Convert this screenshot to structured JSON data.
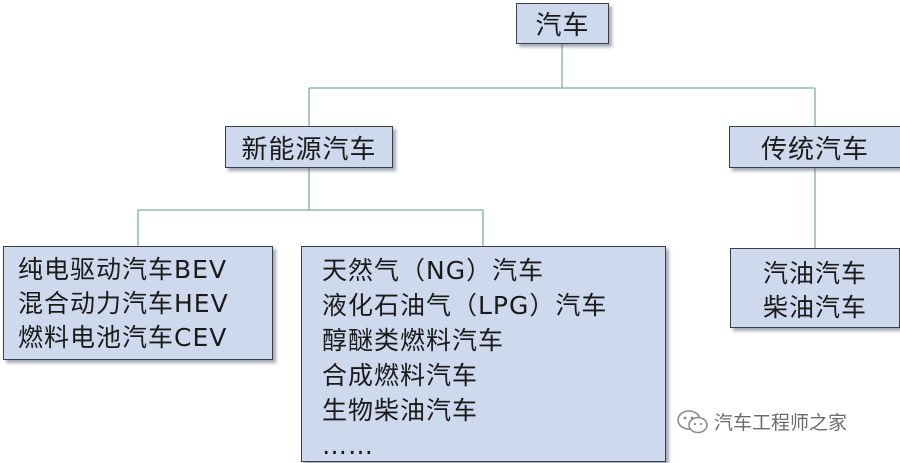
{
  "root": {
    "label": "汽车"
  },
  "branches": {
    "new_energy": {
      "label": "新能源汽车",
      "groups": {
        "electric": [
          "纯电驱动汽车BEV",
          "混合动力汽车HEV",
          "燃料电池汽车CEV"
        ],
        "alt_fuel": [
          "天然气（NG）汽车",
          "液化石油气（LPG）汽车",
          "醇醚类燃料汽车",
          "合成燃料汽车",
          "生物柴油汽车",
          "……"
        ]
      }
    },
    "traditional": {
      "label": "传统汽车",
      "items": [
        "汽油汽车",
        "柴油汽车"
      ]
    }
  },
  "watermark": {
    "text": "汽车工程师之家",
    "icon": "wechat-icon"
  },
  "colors": {
    "box_fill": "#cfd9ed",
    "box_border": "#3a3f4a",
    "connector": "#7fae9f"
  }
}
